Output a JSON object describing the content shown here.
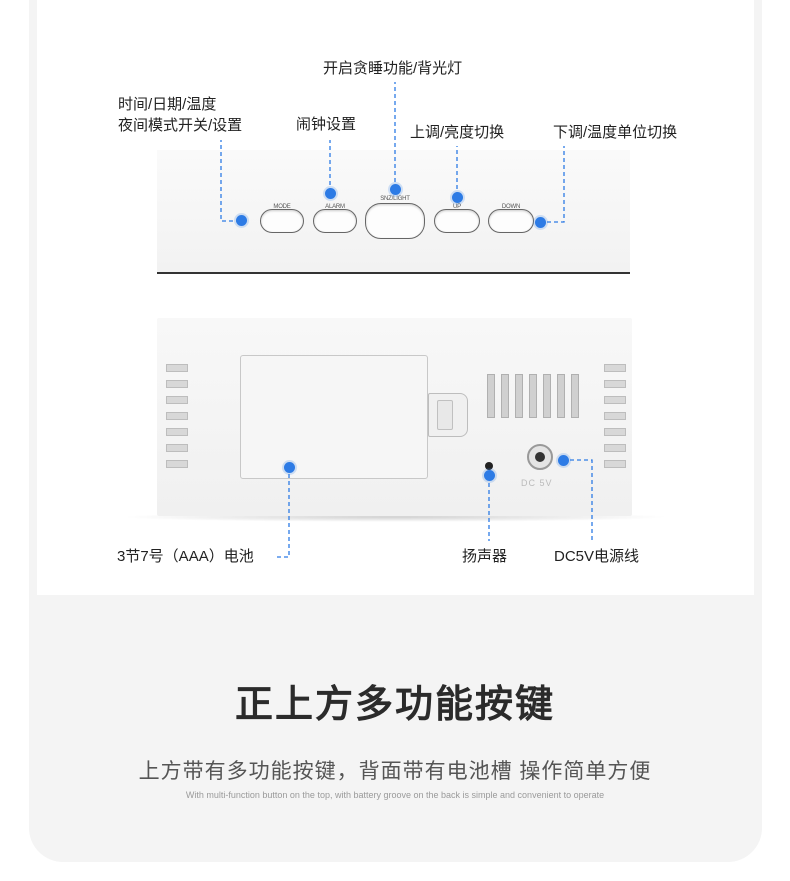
{
  "top_view": {
    "buttons": [
      {
        "label": "MODE"
      },
      {
        "label": "ALARM"
      },
      {
        "label": "SNZ/LIGHT"
      },
      {
        "label": "UP"
      },
      {
        "label": "DOWN"
      }
    ],
    "callouts": {
      "mode_line1": "时间/日期/温度",
      "mode_line2": "夜间模式开关/设置",
      "alarm": "闹钟设置",
      "snooze": "开启贪睡功能/背光灯",
      "up": "上调/亮度切换",
      "down": "下调/温度单位切换"
    }
  },
  "back_view": {
    "dc_mark": "DC 5V",
    "callouts": {
      "battery": "3节7号（AAA）电池",
      "speaker": "扬声器",
      "power": "DC5V电源线"
    }
  },
  "caption": {
    "title": "正上方多功能按键",
    "subtitle": "上方带有多功能按键，背面带有电池槽 操作简单方便",
    "english": "With multi-function button on the top, with battery groove on the back is simple and convenient to operate"
  },
  "colors": {
    "accent_dot": "#2d7be5",
    "dashed_line": "#2d7be5"
  }
}
